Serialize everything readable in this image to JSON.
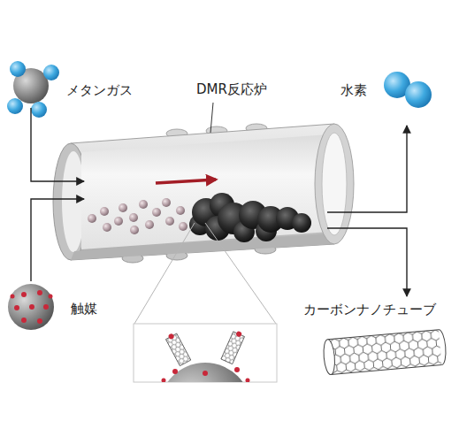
{
  "diagram": {
    "nodes": [
      {
        "text": [
          "メタンガス"
        ]
      },
      {
        "text": [
          "DMR反応炉"
        ]
      },
      {
        "text": [
          "水素"
        ]
      },
      {
        "text": [
          "触媒"
        ]
      },
      {
        "text": [
          "カーボンナノチューブ"
        ]
      }
    ],
    "edges": [
      {
        "from": 0,
        "to": 1,
        "arrow": "to"
      },
      {
        "from": 3,
        "to": 1,
        "arrow": "to"
      },
      {
        "from": 1,
        "to": 2,
        "arrow": "to"
      },
      {
        "from": 1,
        "to": 4,
        "arrow": "to"
      }
    ]
  }
}
